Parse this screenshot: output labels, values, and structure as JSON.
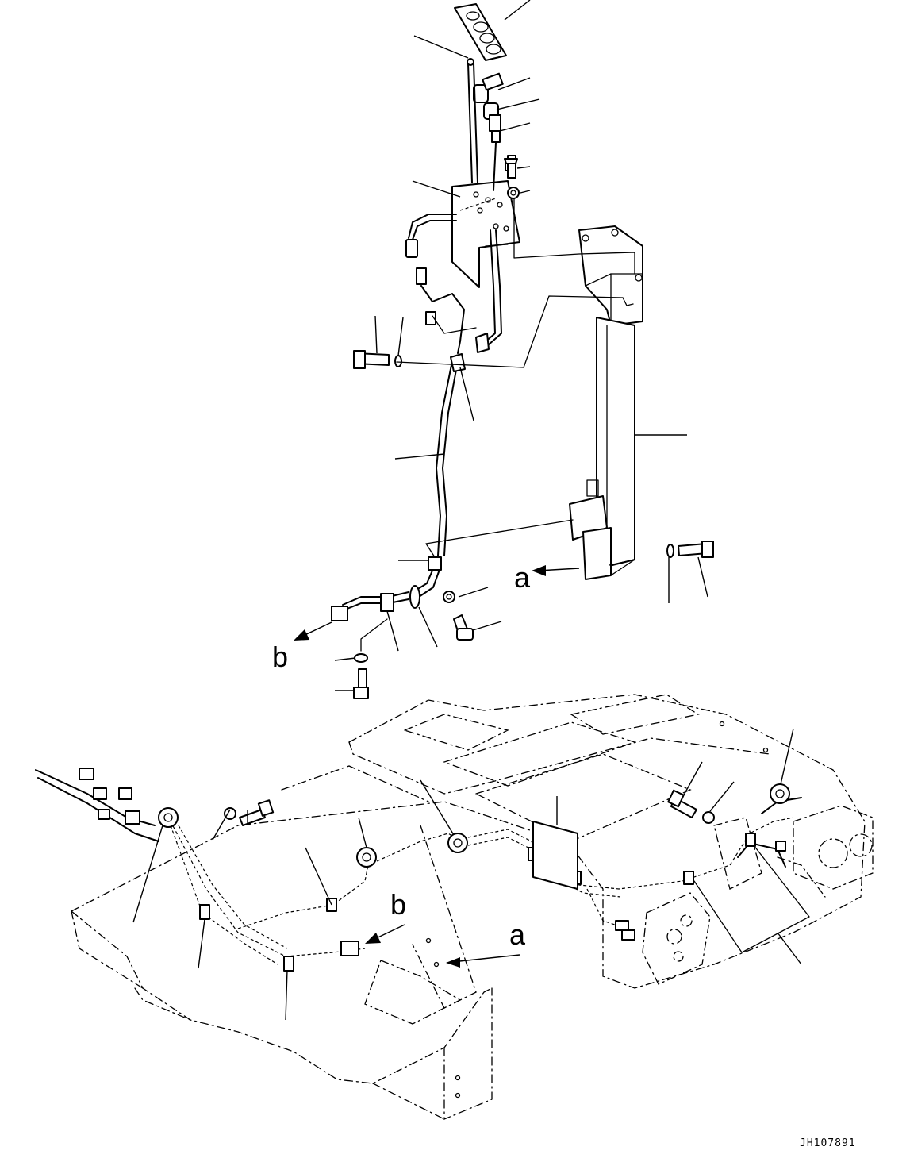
{
  "diagram": {
    "drawing_code": "JH107891",
    "callouts": {
      "a_upper": "a",
      "b_upper": "b",
      "a_lower": "a",
      "b_lower": "b"
    }
  }
}
